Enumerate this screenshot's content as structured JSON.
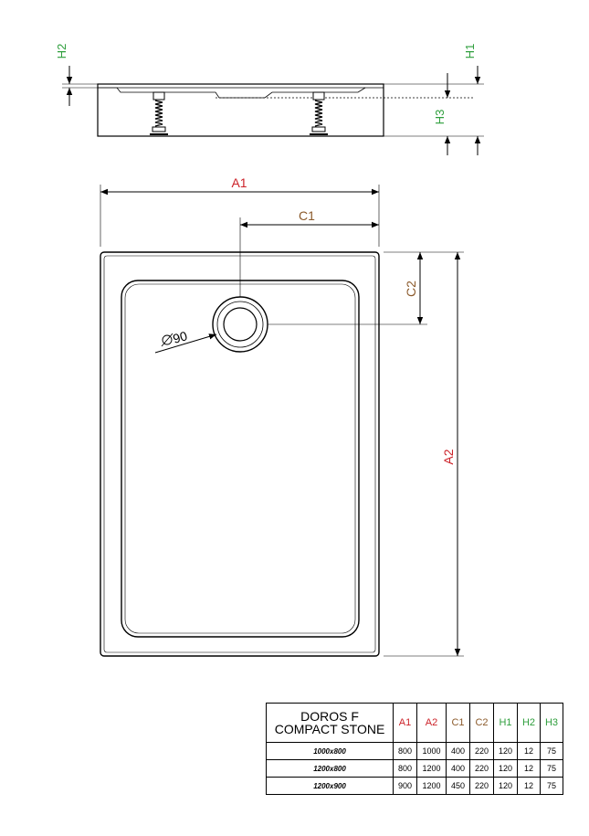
{
  "colors": {
    "red_label": "#cc2229",
    "brown_label": "#8b5a2b",
    "green_label": "#2e9e3c",
    "line": "#000000"
  },
  "labels": {
    "h1": "H1",
    "h2": "H2",
    "h3": "H3",
    "a1": "A1",
    "a2": "A2",
    "c1": "C1",
    "c2": "C2",
    "drain": "90"
  },
  "table": {
    "product_line1": "DOROS F",
    "product_line2": "COMPACT STONE",
    "headers": [
      "A1",
      "A2",
      "C1",
      "C2",
      "H1",
      "H2",
      "H3"
    ],
    "rows": [
      {
        "model": "1000x800",
        "values": [
          "800",
          "1000",
          "400",
          "220",
          "120",
          "12",
          "75"
        ]
      },
      {
        "model": "1200x800",
        "values": [
          "800",
          "1200",
          "400",
          "220",
          "120",
          "12",
          "75"
        ]
      },
      {
        "model": "1200x900",
        "values": [
          "900",
          "1200",
          "450",
          "220",
          "120",
          "12",
          "75"
        ]
      }
    ]
  }
}
